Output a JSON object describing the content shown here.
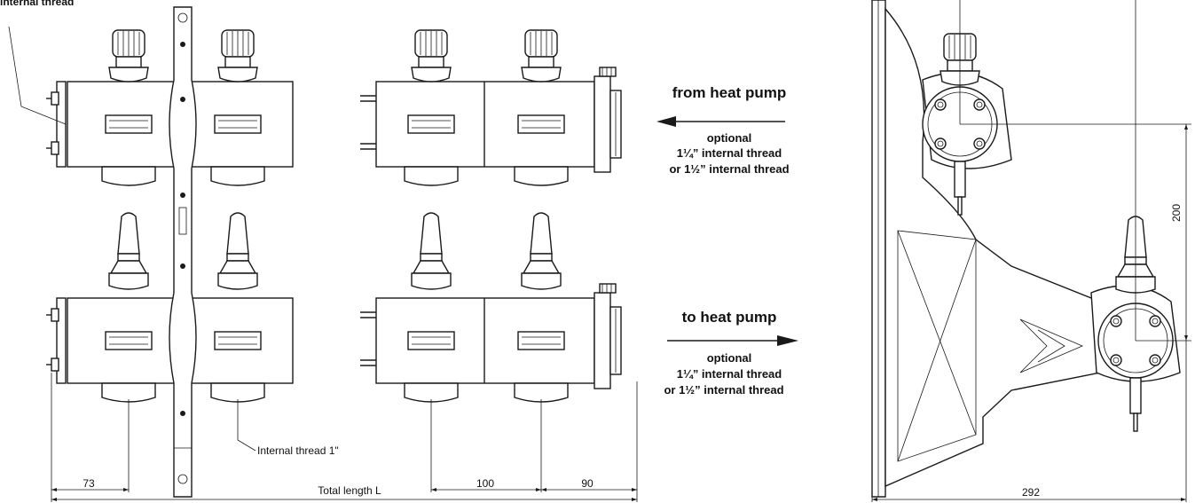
{
  "labels": {
    "top_left_note": "internal thread",
    "internal_thread_1": "Internal thread 1\"",
    "from_heat_pump": "from heat pump",
    "to_heat_pump": "to heat pump",
    "optional_top": "optional",
    "thread_a_top": "1¼” internal thread",
    "thread_b_top": "or 1½” internal thread",
    "optional_bottom": "optional",
    "thread_a_bottom": "1¼” internal thread",
    "thread_b_bottom": "or 1½” internal thread"
  },
  "dimensions": {
    "d73": "73",
    "d100": "100",
    "d90": "90",
    "total": "Total length L",
    "d200": "200",
    "d292": "292"
  }
}
